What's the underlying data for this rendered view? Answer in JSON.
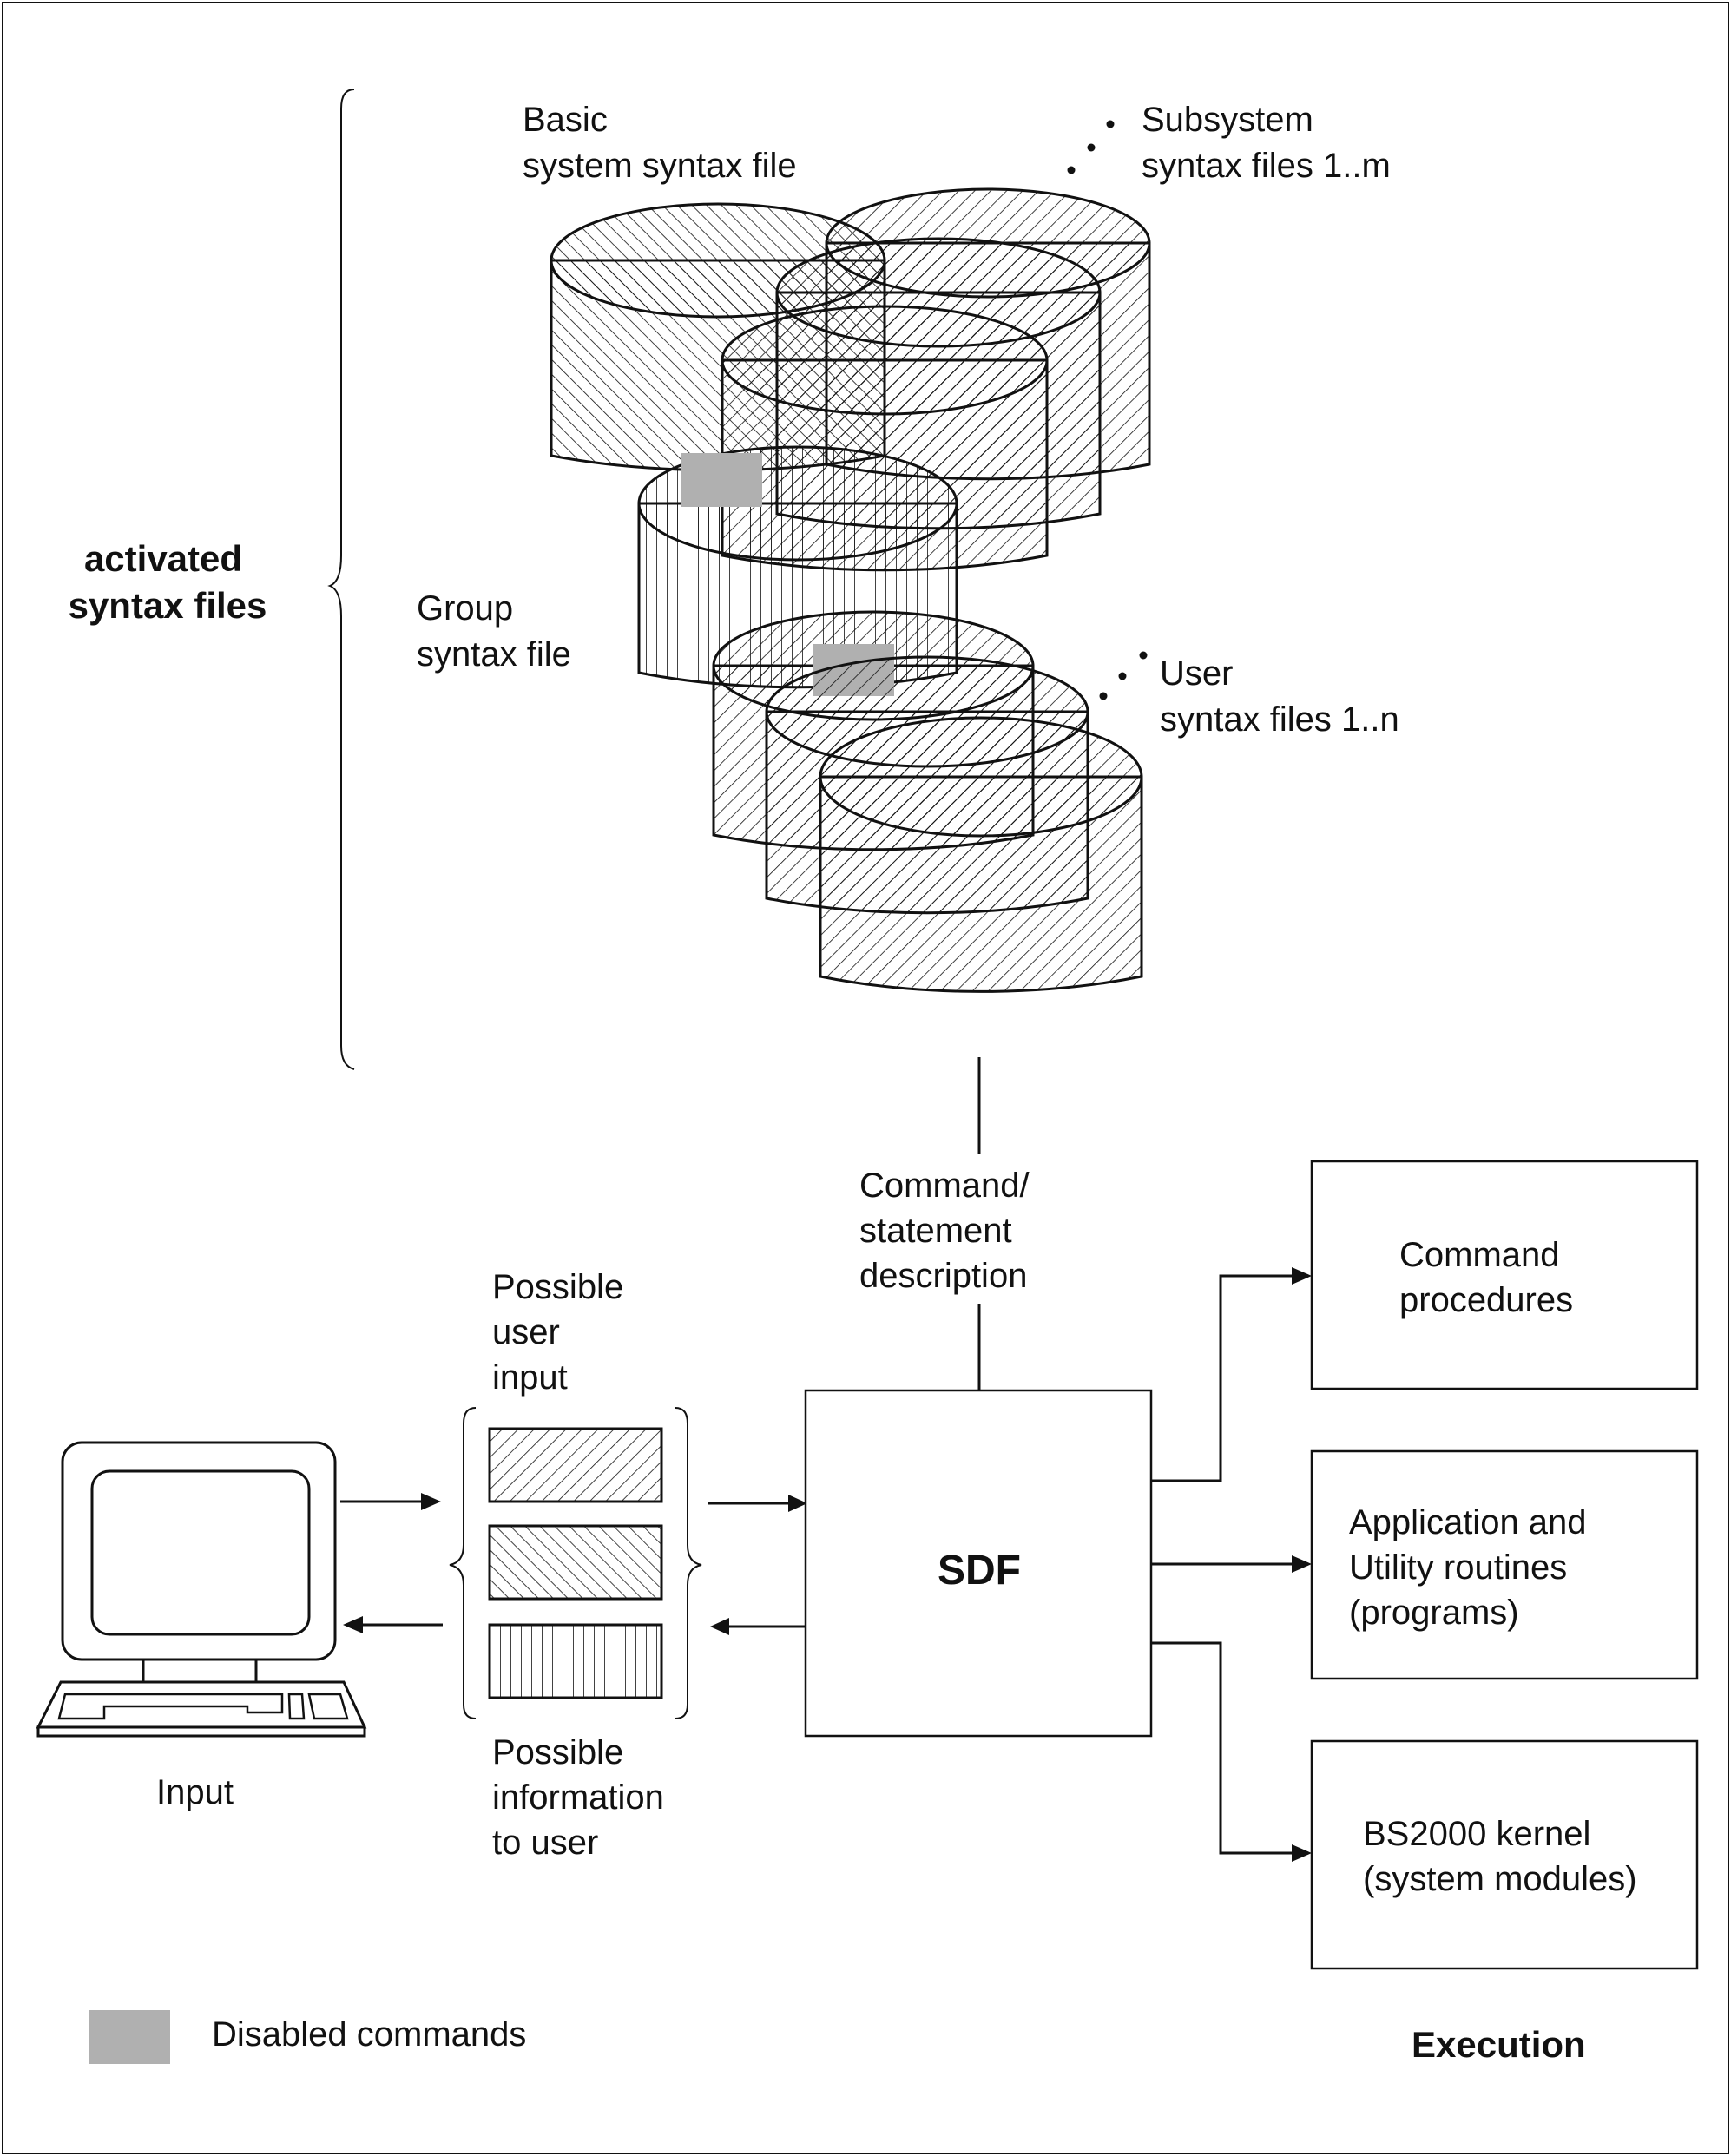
{
  "labels": {
    "activated_line1": "activated",
    "activated_line2": "syntax files",
    "basic_line1": "Basic",
    "basic_line2": "system syntax file",
    "subsystem_line1": "Subsystem",
    "subsystem_line2": "syntax files 1..m",
    "group_line1": "Group",
    "group_line2": "syntax file",
    "user_line1": "User",
    "user_line2": "syntax files 1..n",
    "cmd_desc_line1": "Command/",
    "cmd_desc_line2": "statement",
    "cmd_desc_line3": "description",
    "poss_input_line1": "Possible",
    "poss_input_line2": "user",
    "poss_input_line3": "input",
    "poss_info_line1": "Possible",
    "poss_info_line2": "information",
    "poss_info_line3": "to user",
    "input": "Input",
    "sdf": "SDF",
    "cmdproc_line1": "Command",
    "cmdproc_line2": "procedures",
    "app_line1": "Application and",
    "app_line2": "Utility routines",
    "app_line3": "(programs)",
    "kernel_line1": "BS2000 kernel",
    "kernel_line2": "(system modules)",
    "legend_disabled": "Disabled commands",
    "execution": "Execution"
  },
  "colors": {
    "ink": "#111111",
    "disabled_fill": "#b0b0b0",
    "background": "#ffffff"
  }
}
